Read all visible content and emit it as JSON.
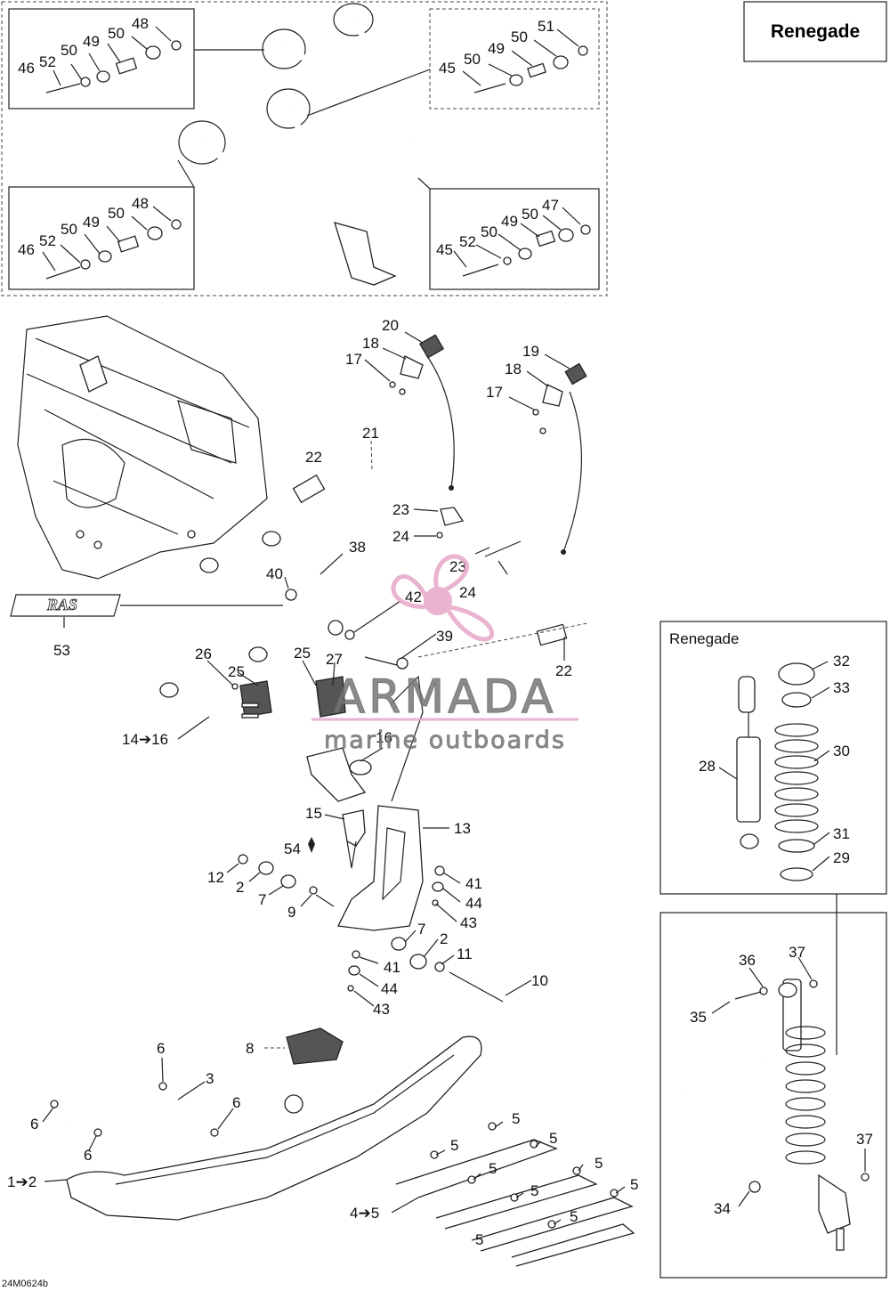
{
  "title": "Renegade",
  "subtitle": "Renegade",
  "diagram_code": "24M0624b",
  "watermark": {
    "brand": "ARMADA",
    "tagline": "marine outboards",
    "color": "#e7a6c8"
  },
  "logo_text": "RAS",
  "callouts": {
    "c46a": "46",
    "c52a": "52",
    "c50a": "50",
    "c49a": "49",
    "c50b": "50",
    "c48a": "48",
    "c45a": "45",
    "c50c": "50",
    "c49b": "49",
    "c50d": "50",
    "c51": "51",
    "c46b": "46",
    "c52b": "52",
    "c50e": "50",
    "c49c": "49",
    "c50f": "50",
    "c48b": "48",
    "c45b": "45",
    "c52c": "52",
    "c50g": "50",
    "c49d": "49",
    "c50h": "50",
    "c47": "47",
    "c20": "20",
    "c18a": "18",
    "c17a": "17",
    "c19": "19",
    "c18b": "18",
    "c17b": "17",
    "c21": "21",
    "c22a": "22",
    "c23a": "23",
    "c24a": "24",
    "c23b": "23",
    "c24b": "24",
    "c38": "38",
    "c40": "40",
    "c42": "42",
    "c39": "39",
    "c22b": "22",
    "c53": "53",
    "c26": "26",
    "c25a": "25",
    "c25b": "25",
    "c27": "27",
    "c14": "14➔16",
    "c16": "16",
    "c15": "15",
    "c13": "13",
    "c54": "54",
    "c12": "12",
    "c2a": "2",
    "c7a": "7",
    "c9": "9",
    "c41a": "41",
    "c44a": "44",
    "c43a": "43",
    "c7b": "7",
    "c2b": "2",
    "c11": "11",
    "c41b": "41",
    "c44b": "44",
    "c43b": "43",
    "c10": "10",
    "c6a": "6",
    "c3": "3",
    "c8": "8",
    "c6b": "6",
    "c6c": "6",
    "c6d": "6",
    "c1": "1➔2",
    "c5a": "5",
    "c5b": "5",
    "c5c": "5",
    "c5d": "5",
    "c5e": "5",
    "c5f": "5",
    "c5g": "5",
    "c5h": "5",
    "c5i": "5",
    "c4": "4➔5",
    "c32": "32",
    "c33": "33",
    "c30": "30",
    "c28": "28",
    "c31": "31",
    "c29": "29",
    "c36": "36",
    "c37a": "37",
    "c35": "35",
    "c37b": "37",
    "c34": "34"
  }
}
